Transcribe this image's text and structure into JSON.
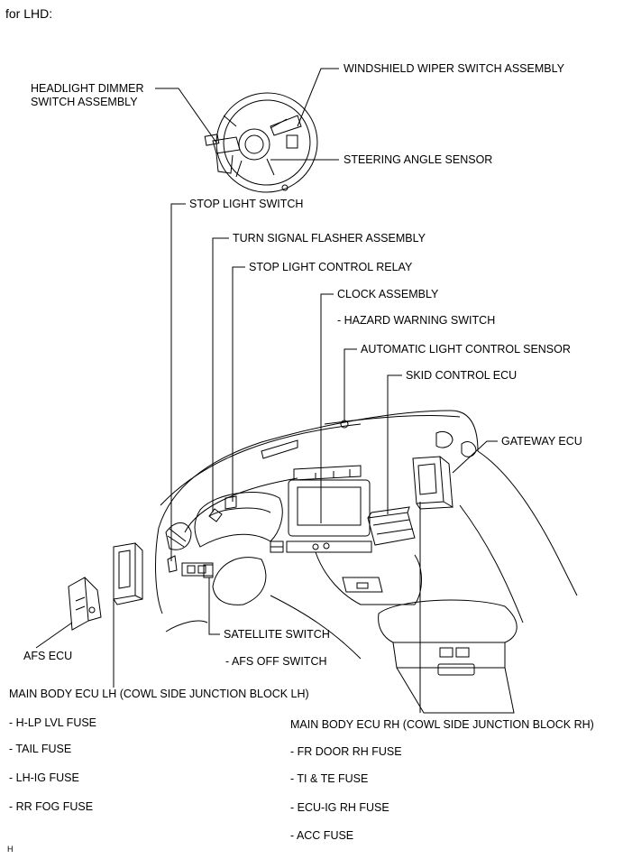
{
  "title": "for LHD:",
  "footer_code": "H",
  "labels": {
    "headlight_dimmer": "HEADLIGHT DIMMER",
    "headlight_dimmer_2": "SWITCH ASSEMBLY",
    "windshield_wiper": "WINDSHIELD WIPER SWITCH ASSEMBLY",
    "steering_angle": "STEERING ANGLE SENSOR",
    "stop_light_switch": "STOP LIGHT SWITCH",
    "turn_signal": "TURN SIGNAL FLASHER ASSEMBLY",
    "stop_light_relay": "STOP LIGHT CONTROL RELAY",
    "clock": "CLOCK ASSEMBLY",
    "hazard": "- HAZARD WARNING SWITCH",
    "auto_light": "AUTOMATIC LIGHT CONTROL SENSOR",
    "skid": "SKID CONTROL ECU",
    "gateway": "GATEWAY ECU",
    "satellite": "SATELLITE SWITCH",
    "afs_off": "- AFS OFF SWITCH",
    "afs_ecu": "AFS ECU",
    "main_lh": "MAIN BODY ECU LH (COWL SIDE JUNCTION BLOCK LH)",
    "main_rh": "MAIN BODY ECU RH (COWL SIDE JUNCTION BLOCK RH)"
  },
  "lh_fuses": [
    "- H-LP LVL FUSE",
    "- TAIL FUSE",
    "- LH-IG FUSE",
    "- RR FOG FUSE"
  ],
  "rh_fuses": [
    "- FR DOOR RH FUSE",
    "- TI & TE FUSE",
    "- ECU-IG RH FUSE",
    "- ACC FUSE"
  ]
}
